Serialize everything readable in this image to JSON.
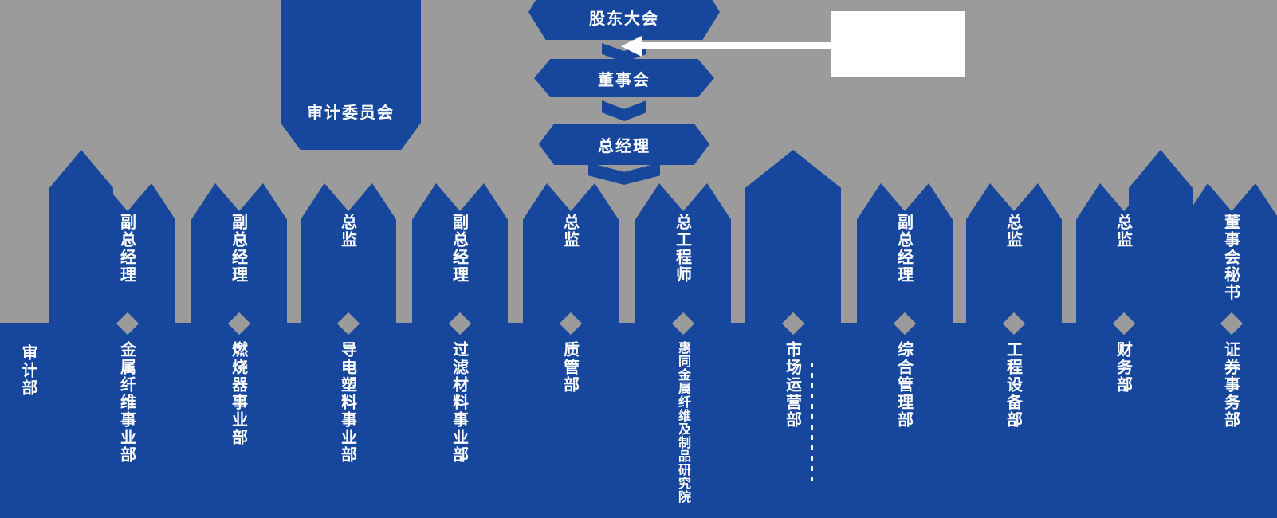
{
  "colors": {
    "primary": "#17479d",
    "background": "#9b9b9b",
    "text": "#ffffff",
    "callout": "#ffffff"
  },
  "nodes": {
    "shareholders": "股东大会",
    "board": "董事会",
    "general_manager": "总经理",
    "audit_committee": "审计委员会"
  },
  "left_branch": {
    "department": "审计部"
  },
  "columns": [
    {
      "title": "副总经理",
      "department": "金属纤维事业部"
    },
    {
      "title": "副总经理",
      "department": "燃烧器事业部"
    },
    {
      "title": "总监",
      "department": "导电塑料事业部"
    },
    {
      "title": "副总经理",
      "department": "过滤材料事业部"
    },
    {
      "title": "总监",
      "department": "质管部"
    },
    {
      "title": "总工程师",
      "department": "惠同金属纤维及制品研究院"
    },
    {
      "title": "",
      "department": "市场运营部"
    },
    {
      "title": "副总经理",
      "department": "综合管理部"
    },
    {
      "title": "总监",
      "department": "工程设备部"
    },
    {
      "title": "总监",
      "department": "财务部"
    },
    {
      "title": "董事会秘书",
      "department": "证券事务部"
    }
  ]
}
